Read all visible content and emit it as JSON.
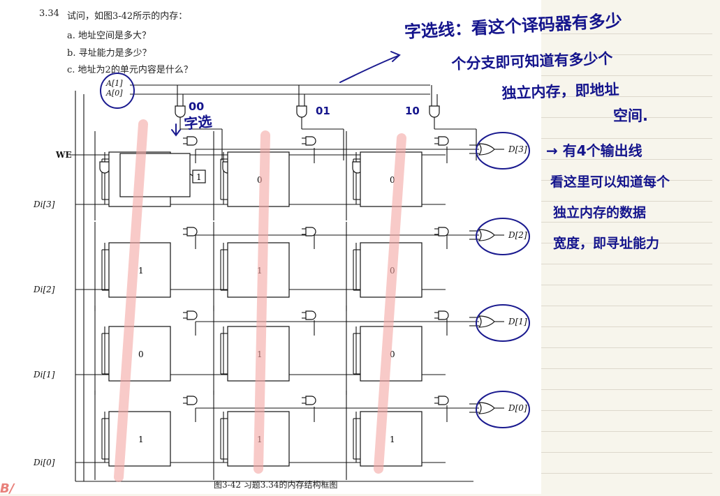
{
  "question": {
    "number": "3.34",
    "prompt": "试问，如图3-42所示的内存：",
    "a": "a. 地址空间是多大？",
    "b": "b. 寻址能力是多少？",
    "c": "c. 地址为2的单元内容是什么？"
  },
  "diagram": {
    "address_inputs": [
      "A[1]",
      "A[0]"
    ],
    "we_label": "WE",
    "data_inputs": [
      "Di[3]",
      "Di[2]",
      "Di[1]",
      "Di[0]"
    ],
    "data_outputs": [
      "D[3]",
      "D[2]",
      "D[1]",
      "D[0]"
    ],
    "cell_values": [
      [
        "",
        "0",
        "0"
      ],
      [
        "1",
        "1",
        "0"
      ],
      [
        "0",
        "1",
        "0"
      ],
      [
        "1",
        "1",
        "1"
      ]
    ],
    "cell_callout": "1",
    "caption": "图3-42  习题3.34的内存结构框图"
  },
  "annotations": {
    "decoder_labels": [
      "00",
      "01",
      "10"
    ],
    "word_select": "字选",
    "top_note": [
      "字选线：看这个译码器有多少",
      "个分支即可知道有多少个",
      "独立内存，即地址",
      "空间."
    ],
    "right_note": [
      "→ 有4个输出线",
      "看这里可以知道每个",
      "独立内存的数据",
      "宽度，即寻址能力"
    ],
    "corner_mark": "B/"
  }
}
